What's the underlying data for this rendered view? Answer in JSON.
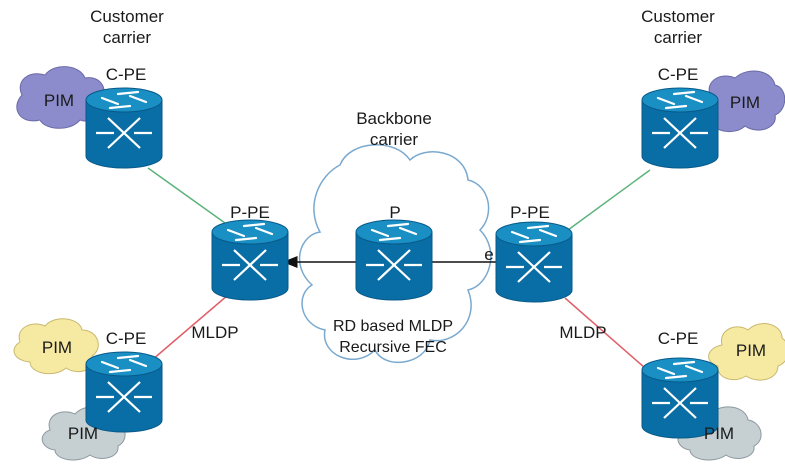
{
  "labels": {
    "customer_carrier_left": "Customer\ncarrier",
    "customer_carrier_right": "Customer\ncarrier",
    "backbone": "Backbone\ncarrier",
    "cpe_top_left": "C-PE",
    "cpe_top_right": "C-PE",
    "cpe_bottom_left": "C-PE",
    "cpe_bottom_right": "C-PE",
    "ppe_left": "P-PE",
    "ppe_right": "P-PE",
    "p_router": "P",
    "mldp_left": "MLDP",
    "mldp_right": "MLDP",
    "backbone_desc": "RD based MLDP\nRecursive FEC",
    "e_label": "e"
  },
  "pim": {
    "top_left": "PIM",
    "top_right": "PIM",
    "mid_left": "PIM",
    "mid_right": "PIM",
    "bottom_left": "PIM",
    "bottom_right": "PIM"
  },
  "colors": {
    "router_top": "#1a8fc4",
    "router_body": "#0a6ea6",
    "router_dark": "#075a8a",
    "green_link": "#5bb37a",
    "red_link": "#e0606a",
    "pim_purple": "#8c8ccc",
    "pim_yellow": "#f6eaa2",
    "pim_gray": "#c6cfd2"
  }
}
